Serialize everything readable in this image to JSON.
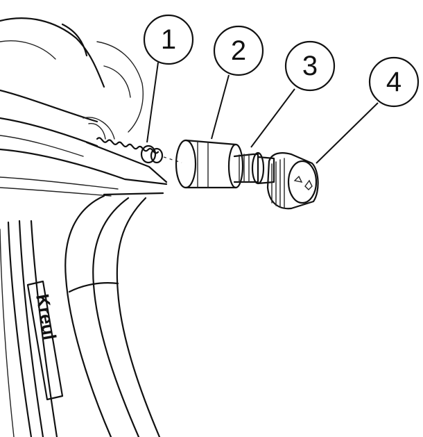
{
  "callouts": [
    {
      "id": "spring",
      "label": "1"
    },
    {
      "id": "sleeve",
      "label": "2"
    },
    {
      "id": "adapter",
      "label": "3"
    },
    {
      "id": "nozzle-cap",
      "label": "4"
    }
  ],
  "gun": {
    "brand_text": "Kreul"
  },
  "colors": {
    "ink": "#111111",
    "paper": "#ffffff"
  }
}
